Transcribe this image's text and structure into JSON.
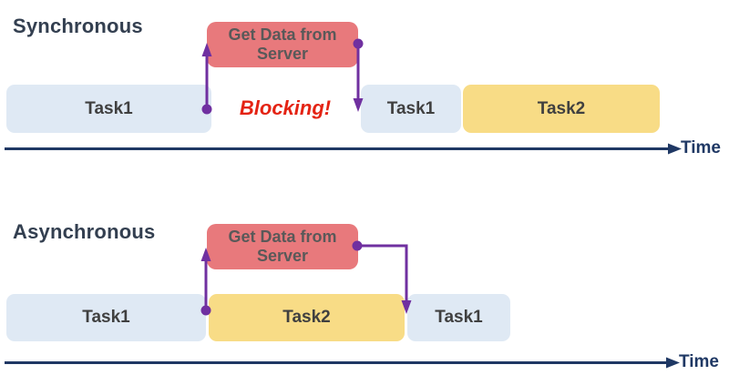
{
  "colors": {
    "server_box_bg": "#E8797C",
    "server_box_text": "#595959",
    "task1_bg": "#DFE9F4",
    "task2_bg": "#F8DC86",
    "bar_text": "#404040",
    "arrow_purple": "#7030A0",
    "timeline_navy": "#1F3864",
    "heading_navy": "#333F50",
    "blocking_red": "#E42313"
  },
  "sync": {
    "title": "Synchronous",
    "server_box_label": "Get Data from Server",
    "blocking_label": "Blocking!",
    "bars": [
      {
        "label": "Task1",
        "kind": "task1"
      },
      {
        "label": "Task1",
        "kind": "task1"
      },
      {
        "label": "Task2",
        "kind": "task2"
      }
    ],
    "time_label": "Time"
  },
  "asynchronous": {
    "title": "Asynchronous",
    "server_box_label": "Get Data from Server",
    "bars": [
      {
        "label": "Task1",
        "kind": "task1"
      },
      {
        "label": "Task2",
        "kind": "task2"
      },
      {
        "label": "Task1",
        "kind": "task1"
      }
    ],
    "time_label": "Time"
  }
}
